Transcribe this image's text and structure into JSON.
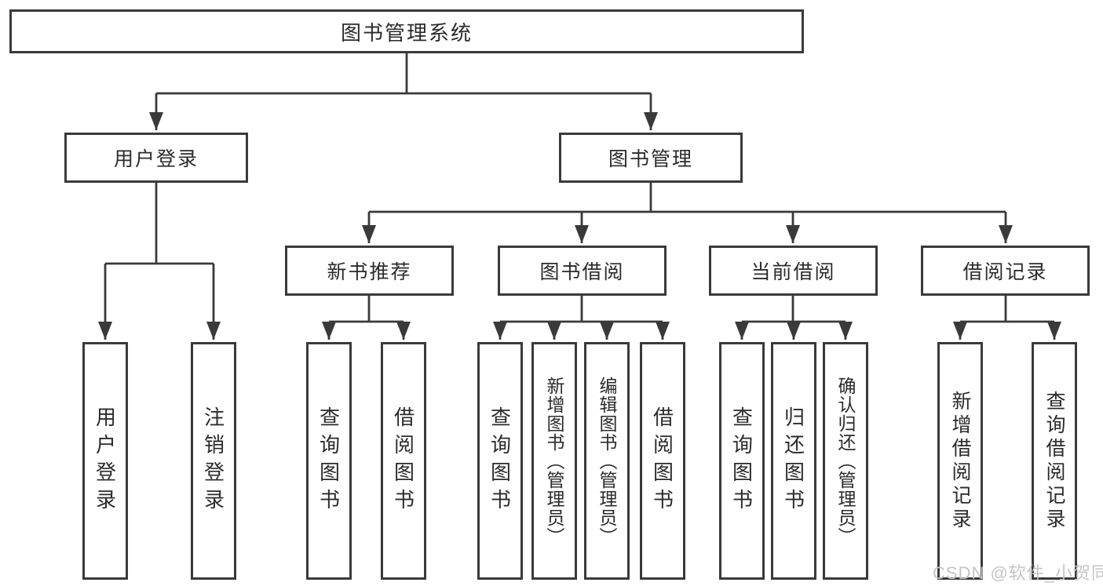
{
  "colors": {
    "line": "#3a3a3a",
    "box_border": "#3a3a3a",
    "box_fill": "#ffffff",
    "text": "#2b2b2b",
    "watermark": "#c5c5c5"
  },
  "tree": {
    "root": {
      "label": "图书管理系统"
    },
    "branches": [
      {
        "label": "用户登录",
        "children": [
          {
            "label": "用户登录"
          },
          {
            "label": "注销登录"
          }
        ]
      },
      {
        "label": "图书管理",
        "children": [
          {
            "label": "新书推荐",
            "children": [
              {
                "label": "查询图书"
              },
              {
                "label": "借阅图书"
              }
            ]
          },
          {
            "label": "图书借阅",
            "children": [
              {
                "label": "查询图书"
              },
              {
                "label": "新增图书（管理员）"
              },
              {
                "label": "编辑图书（管理员）"
              },
              {
                "label": "借阅图书"
              }
            ]
          },
          {
            "label": "当前借阅",
            "children": [
              {
                "label": "查询图书"
              },
              {
                "label": "归还图书"
              },
              {
                "label": "确认归还（管理员）"
              }
            ]
          },
          {
            "label": "借阅记录",
            "children": [
              {
                "label": "新增借阅记录"
              },
              {
                "label": "查询借阅记录"
              }
            ]
          }
        ]
      }
    ]
  },
  "watermark": {
    "text": "CSDN @软件_小贺同学"
  }
}
